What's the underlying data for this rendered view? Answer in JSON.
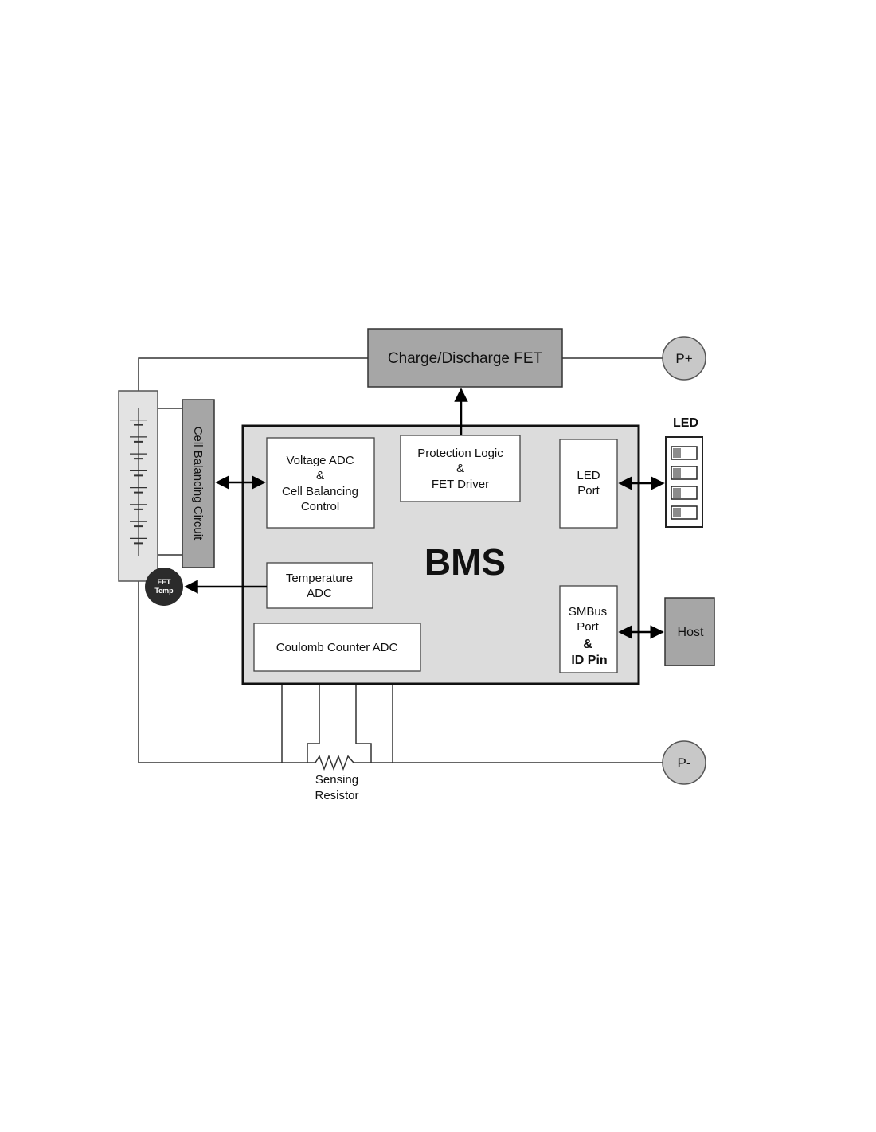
{
  "blocks": {
    "fet": "Charge/Discharge FET",
    "p_plus": "P+",
    "p_minus": "P-",
    "cell_balancing": "Cell Balancing Circuit",
    "voltage_adc": [
      "Voltage ADC",
      "&",
      "Cell Balancing",
      "Control"
    ],
    "protection": [
      "Protection Logic",
      "&",
      "FET Driver"
    ],
    "led_port": [
      "LED",
      "Port"
    ],
    "led_title": "LED",
    "bms": "BMS",
    "temperature_adc": [
      "Temperature",
      "ADC"
    ],
    "fet_temp": [
      "FET",
      "Temp"
    ],
    "smbus_port": [
      "SMBus",
      "Port",
      "&",
      "ID Pin"
    ],
    "host": "Host",
    "coulomb_counter": "Coulomb Counter ADC",
    "sensing_resistor": [
      "Sensing",
      "Resistor"
    ]
  },
  "colors": {
    "block_gray": "#a6a6a6",
    "bms_fill": "#dcdcdc",
    "pack_fill": "#e3e3e3",
    "dark_circle": "#2b2b2b",
    "led_fill": "#8c8c8c"
  },
  "led_indicators": 4
}
